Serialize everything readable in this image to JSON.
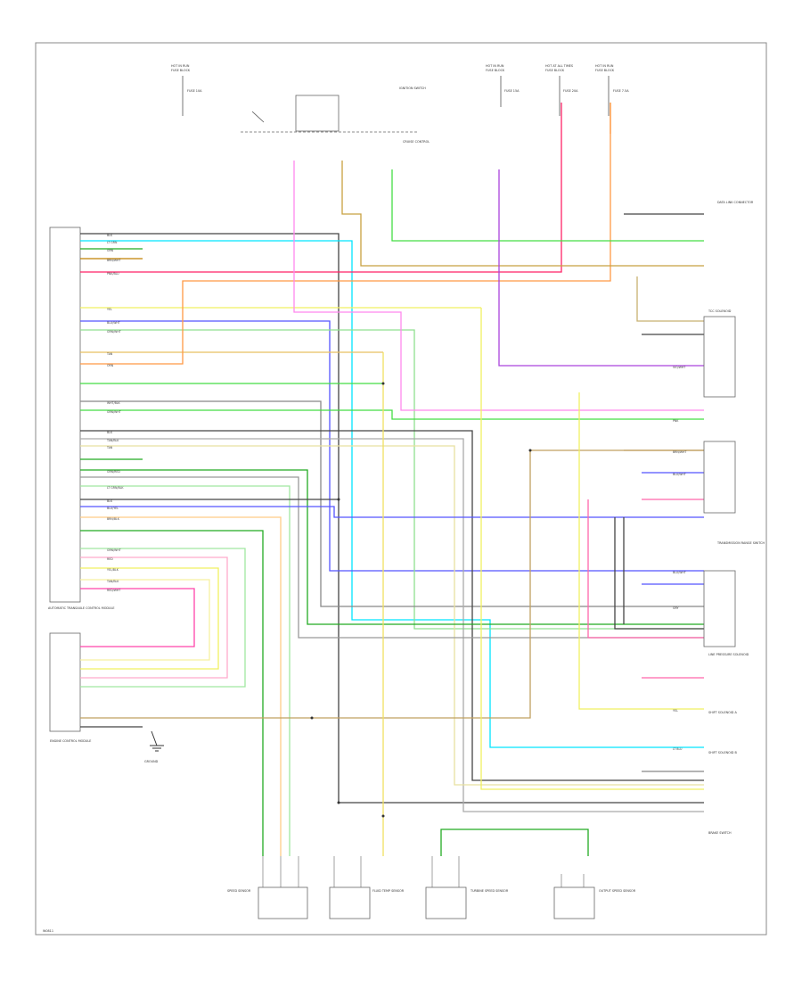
{
  "diagram": {
    "footer_code": "W0811",
    "fuse_blocks": [
      {
        "header": "HOT IN RUN",
        "title": "FUSE BLOCK",
        "fuse": "FUSE 10A"
      },
      {
        "header": "HOT IN RUN",
        "title": "FUSE BLOCK",
        "fuse": "FUSE 15A"
      },
      {
        "header": "HOT AT ALL TIMES",
        "title": "FUSE BLOCK",
        "fuse": "FUSE 20A"
      },
      {
        "header": "HOT IN RUN",
        "title": "FUSE BLOCK",
        "fuse": "FUSE 7.5A"
      }
    ],
    "components": [
      "ENGINE CONTROL MODULE",
      "TCC SOLENOID",
      "TRANSMISSION RANGE SWITCH",
      "LINE PRESSURE SOLENOID",
      "SHIFT SOLENOID A",
      "SHIFT SOLENOID B",
      "SPEED SENSOR",
      "FLUID TEMP SENSOR",
      "TURBINE SPEED SENSOR",
      "OUTPUT SPEED SENSOR",
      "BRAKE SWITCH",
      "DATA LINK CONNECTOR",
      "AUTOMATIC TRANSAXLE CONTROL MODULE",
      "CRUISE CONTROL",
      "IGNITION SWITCH",
      "GROUND"
    ],
    "wire_codes": [
      "BLK",
      "LT GRN",
      "GRN",
      "BRN/WHT",
      "PNK/BLU",
      "YEL",
      "BLU/WHT",
      "GRN/WHT",
      "RED",
      "WHT/BLK",
      "VIO/WHT",
      "BLU/YEL",
      "TAN",
      "ORN",
      "PNK",
      "GRY",
      "LT BLU",
      "TAN/BLK",
      "RED/WHT",
      "YEL/BLK",
      "LT GRN/BLK",
      "GRN/RED",
      "BRN/BLK"
    ]
  }
}
